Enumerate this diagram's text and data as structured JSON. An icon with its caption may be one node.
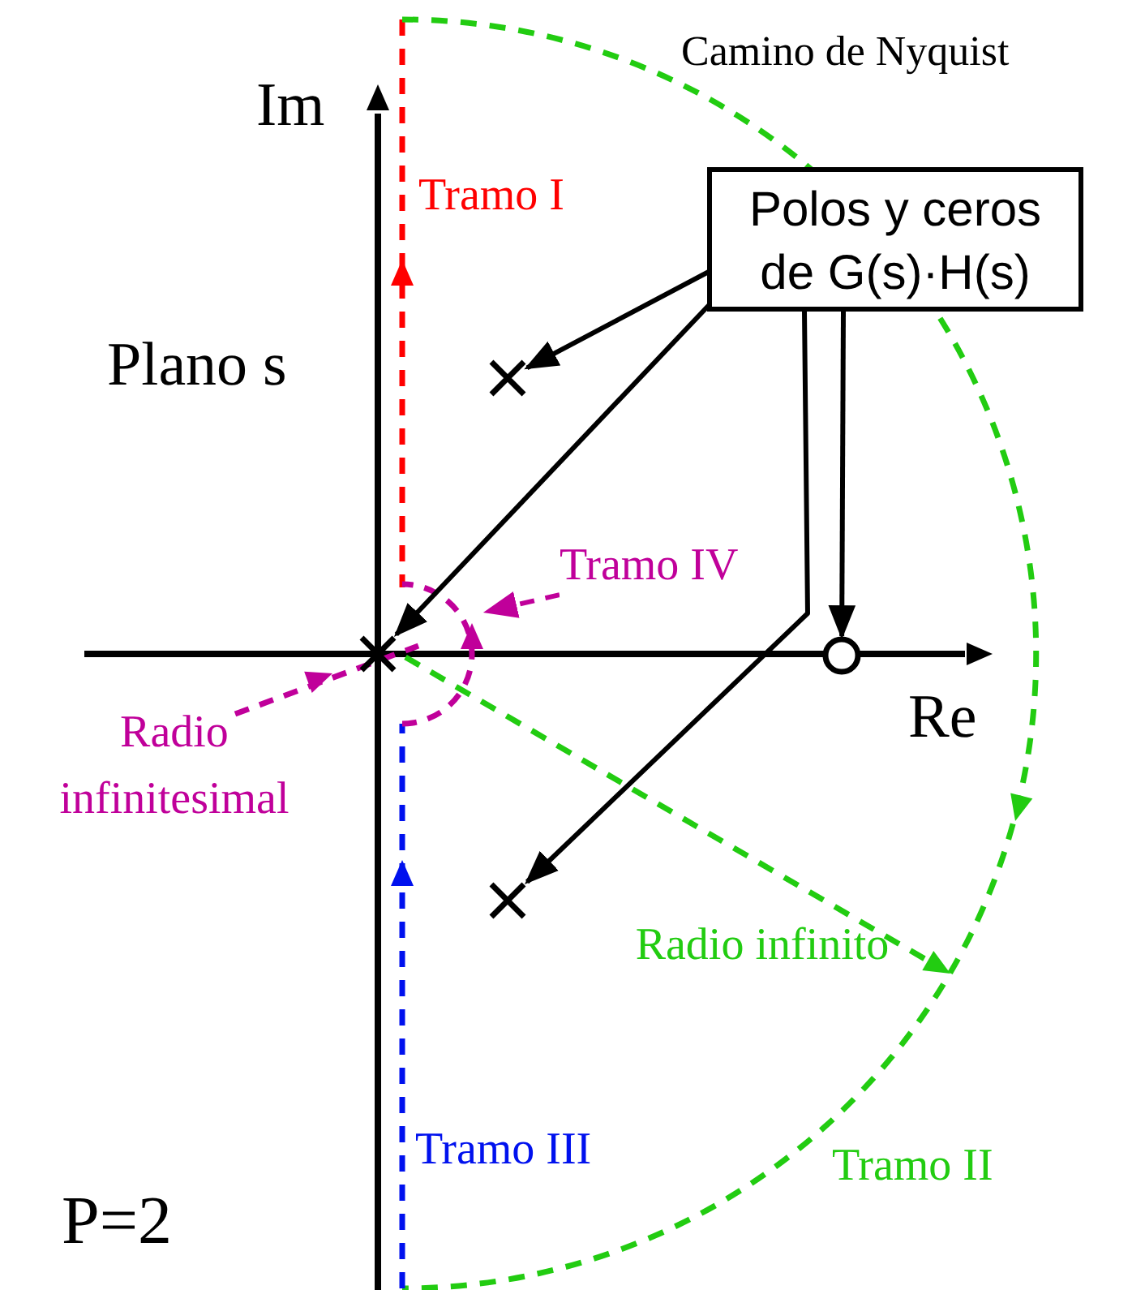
{
  "diagram": {
    "nodes": [
      {
        "text": [
          "Polos y ceros de G(s)·H(s)"
        ]
      },
      {
        "text": [],
        "shape": "cross"
      },
      {
        "text": [],
        "shape": "cross"
      },
      {
        "text": [],
        "shape": "circle"
      },
      {
        "text": [],
        "shape": "cross"
      },
      {
        "text": [
          "Tramo IV"
        ]
      }
    ],
    "edges": [
      {
        "from": 0,
        "to": 1,
        "arrow": "to"
      },
      {
        "from": 0,
        "to": 2,
        "arrow": "to"
      },
      {
        "from": 0,
        "to": 4,
        "arrow": "to"
      },
      {
        "from": 0,
        "to": 3,
        "arrow": "to"
      },
      {
        "from": 5,
        "to": null,
        "arrow": "to",
        "style": "dashed",
        "color": "#c0009a"
      }
    ],
    "labels": [
      "Camino de Nyquist",
      "Im",
      "Tramo I",
      "Plano s",
      "Re",
      "Radio infinitesimal",
      "Radio infinito",
      "Tramo III",
      "Tramo II",
      "P=2"
    ]
  }
}
